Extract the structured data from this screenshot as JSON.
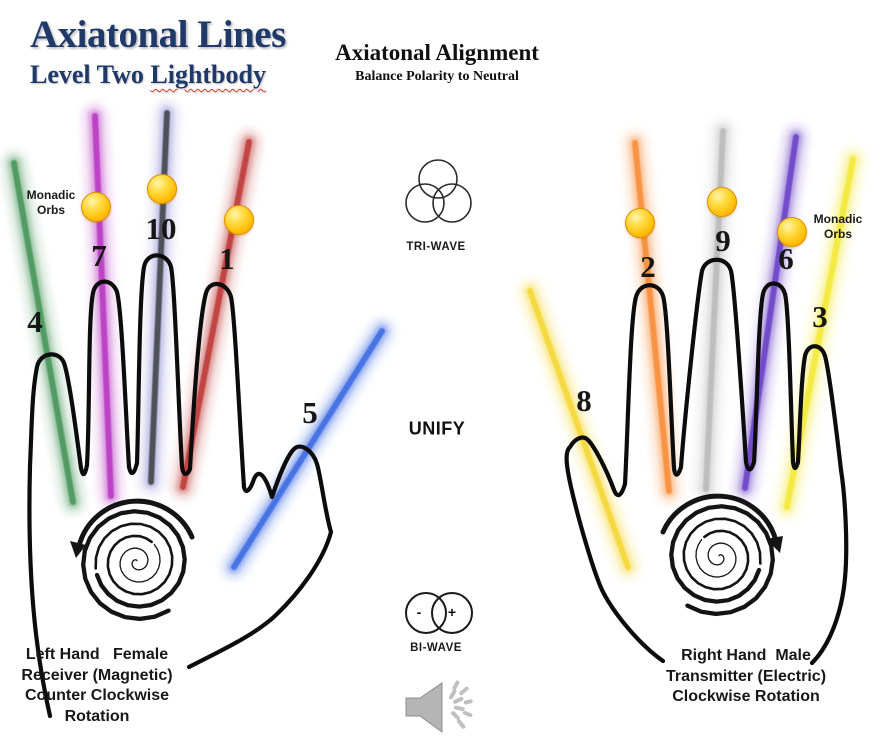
{
  "slide": {
    "title": "Axiatonal Lines",
    "subtitle_prefix": "Level Two ",
    "subtitle_underlined": "Lightbody",
    "heading": "Axiatonal Alignment",
    "subheading": "Balance Polarity to Neutral"
  },
  "center": {
    "tri_wave_label": "TRI-WAVE",
    "unify_label": "UNIFY",
    "bi_wave_label": "BI-WAVE",
    "bi_wave_minus": "-",
    "bi_wave_plus": "+"
  },
  "left_hand": {
    "orbs_label": "Monadic\nOrbs",
    "numbers": {
      "pinky": "4",
      "ring": "7",
      "middle": "10",
      "index": "1",
      "thumb": "5"
    },
    "caption_lines": [
      "Left Hand   Female",
      "Receiver (Magnetic)",
      "Counter Clockwise",
      "Rotation"
    ]
  },
  "right_hand": {
    "orbs_label": "Monadic\nOrbs",
    "numbers": {
      "index": "2",
      "middle": "9",
      "ring": "6",
      "pinky": "3",
      "thumb": "8"
    },
    "caption_lines": [
      "Right Hand  Male",
      "Transmitter (Electric)",
      "Clockwise Rotation"
    ]
  },
  "colors": {
    "title_text": "#1f3a68",
    "ink": "#141414",
    "orb_gold": "#ffc20e",
    "lines": {
      "n1": "#c0413e",
      "n2": "#f79140",
      "n3": "#f3ea3f",
      "n4": "#4e9960",
      "n5": "#4470e3",
      "n6": "#7048c8",
      "n7": "#bb3fc4",
      "n8": "#f5d93e",
      "n9": "#bdbdbd",
      "n10": "#4a4a52",
      "n10_glow": "#8f8ad0"
    }
  }
}
